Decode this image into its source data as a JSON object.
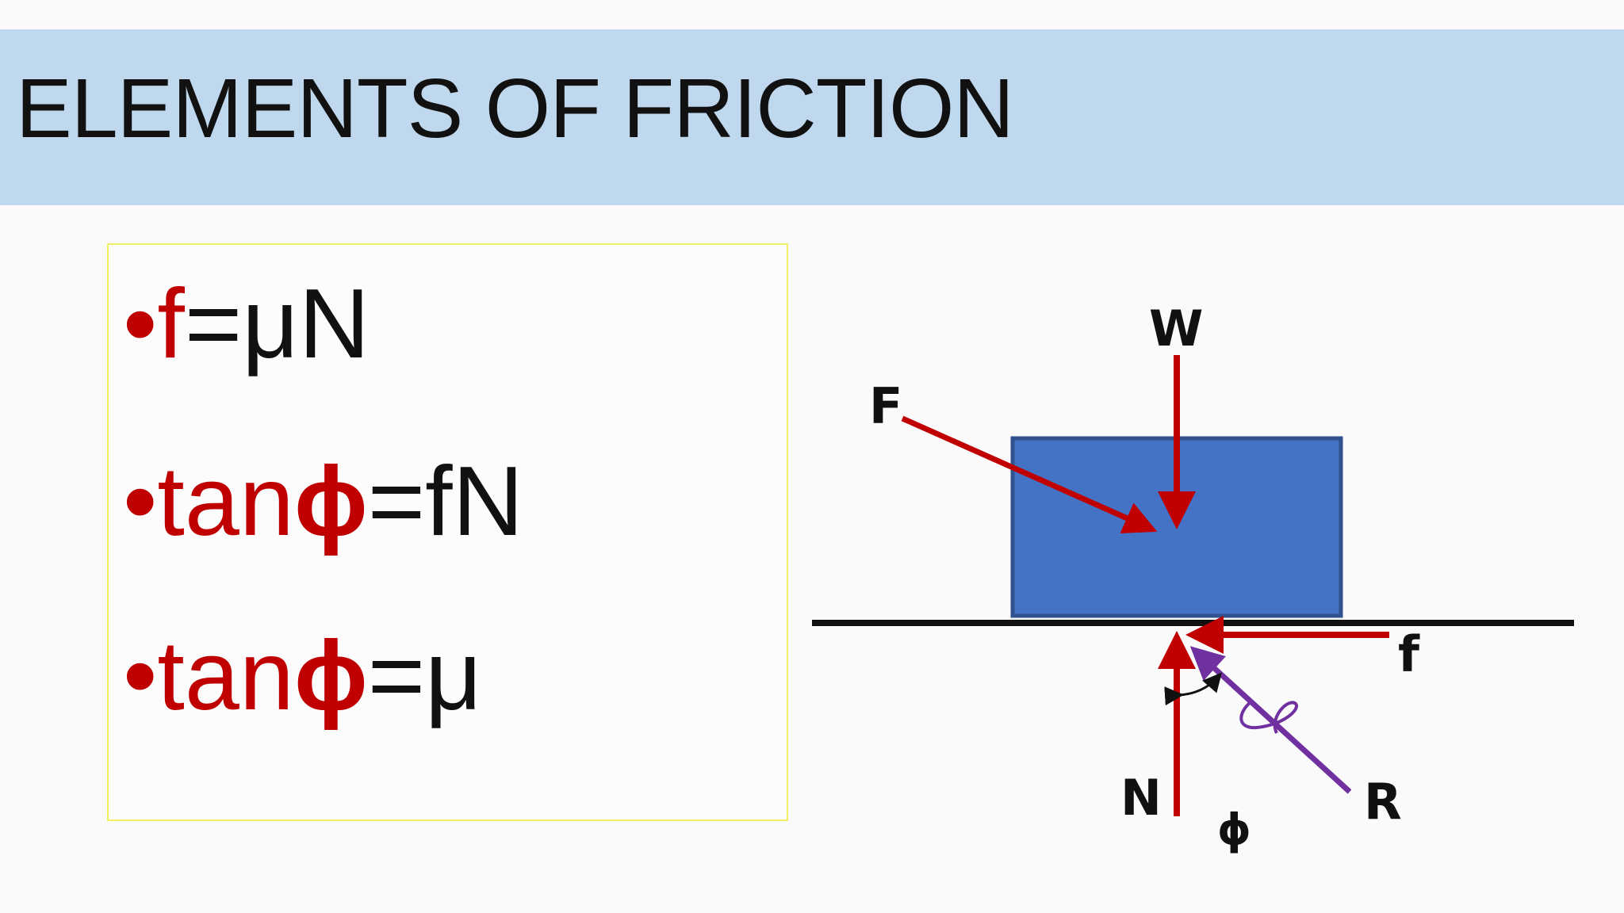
{
  "title": "ELEMENTS OF FRICTION",
  "formulas": [
    {
      "bullet": "•",
      "lhs_red": "f",
      "phi": "",
      "rhs": "=μN"
    },
    {
      "bullet": "•",
      "lhs_red": "tan",
      "phi": "ϕ",
      "rhs": "=fN"
    },
    {
      "bullet": "•",
      "lhs_red": "tan",
      "phi": "ϕ",
      "rhs": "=μ"
    }
  ],
  "diagram": {
    "labels": {
      "weight": "W",
      "applied_force": "F",
      "friction": "f",
      "normal": "N",
      "resultant": "R",
      "angle": "ϕ"
    },
    "colors": {
      "block": "#4472c4",
      "block_border": "#2f528f",
      "force_arrow": "#c00000",
      "resultant_arrow": "#7030a0",
      "surface": "#111111"
    }
  }
}
